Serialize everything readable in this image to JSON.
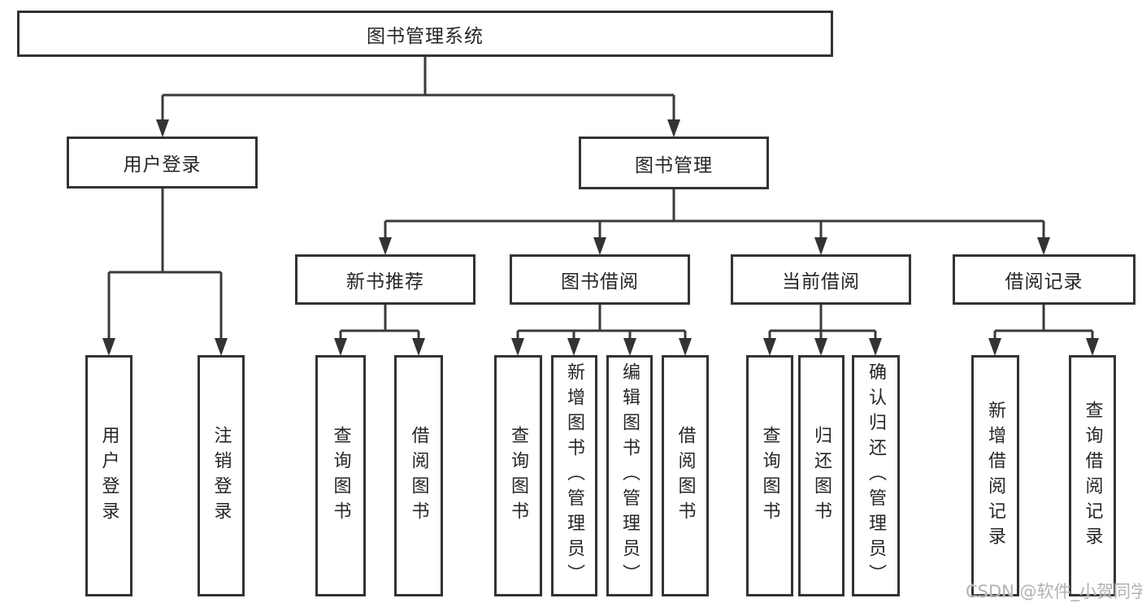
{
  "diagram": {
    "root": {
      "label": "图书管理系统"
    },
    "level1": [
      {
        "label": "用户登录",
        "leaves": [
          {
            "label": "用户登录"
          },
          {
            "label": "注销登录"
          }
        ]
      },
      {
        "label": "图书管理",
        "level2": [
          {
            "label": "新书推荐",
            "leaves": [
              {
                "label": "查询图书"
              },
              {
                "label": "借阅图书"
              }
            ]
          },
          {
            "label": "图书借阅",
            "leaves": [
              {
                "label": "查询图书"
              },
              {
                "label": "新增图书（管理员）"
              },
              {
                "label": "编辑图书（管理员）"
              },
              {
                "label": "借阅图书"
              }
            ]
          },
          {
            "label": "当前借阅",
            "leaves": [
              {
                "label": "查询图书"
              },
              {
                "label": "归还图书"
              },
              {
                "label": "确认归还（管理员）"
              }
            ]
          },
          {
            "label": "借阅记录",
            "leaves": [
              {
                "label": "新增借阅记录"
              },
              {
                "label": "查询借阅记录"
              }
            ]
          }
        ]
      }
    ]
  },
  "watermark": {
    "text": "CSDN @软件_小贺同学"
  },
  "colors": {
    "line": "#3a3a3a",
    "box_border": "#333333",
    "text": "#262626",
    "watermark": "#b2b2b2",
    "background": "#ffffff"
  }
}
